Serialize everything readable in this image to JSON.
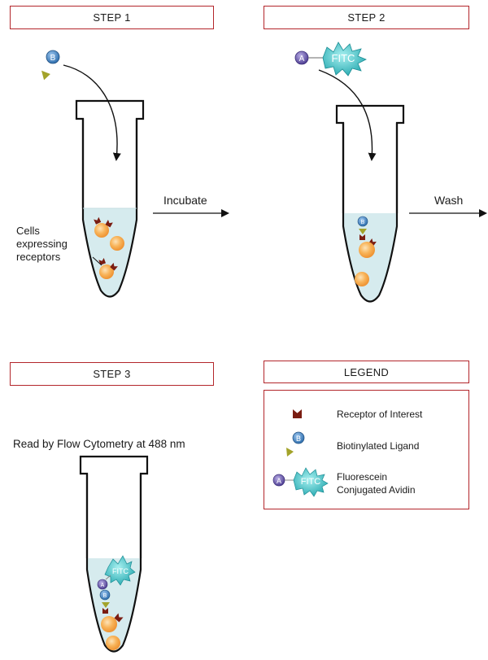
{
  "steps": {
    "step1": "STEP 1",
    "step2": "STEP 2",
    "step3": "STEP 3",
    "legend": "LEGEND"
  },
  "labels": {
    "incubate": "Incubate",
    "wash": "Wash",
    "cells_line1": "Cells",
    "cells_line2": "expressing",
    "cells_line3": "receptors",
    "read_by": "Read by Flow Cytometry at 488 nm"
  },
  "glyphs": {
    "biotin": "B",
    "avidin": "A",
    "fitc": "FITC"
  },
  "legend": {
    "receptor": "Receptor of Interest",
    "ligand": "Biotinylated Ligand",
    "fitc_line1": "Fluorescein",
    "fitc_line2": "Conjugated Avidin"
  },
  "colors": {
    "box_border": "#b3262b",
    "liquid": "#d6ebee",
    "cell": "#f6a84a",
    "receptor": "#7a1d12",
    "biotin": "#2f6fae",
    "avidin": "#5b4a9b",
    "ligand": "#a3a32a",
    "fitc": "#3ebfbf"
  }
}
